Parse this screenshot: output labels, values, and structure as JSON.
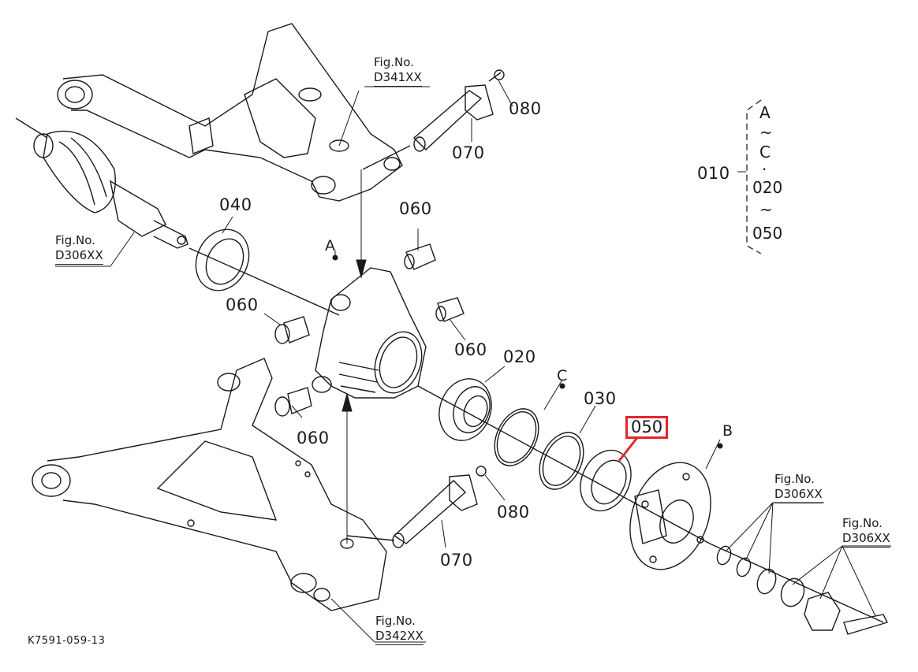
{
  "diagram": {
    "title": "Front axle hub / knuckle exploded parts diagram",
    "reference_code": "K7591-059-13",
    "highlight_color": "#e3262d",
    "highlighted_part": "050"
  },
  "part_labels": [
    {
      "id": "p040",
      "text": "040"
    },
    {
      "id": "p060a",
      "text": "060"
    },
    {
      "id": "p060b",
      "text": "060"
    },
    {
      "id": "p060c",
      "text": "060"
    },
    {
      "id": "p060d",
      "text": "060"
    },
    {
      "id": "p070a",
      "text": "070"
    },
    {
      "id": "p070b",
      "text": "070"
    },
    {
      "id": "p080a",
      "text": "080"
    },
    {
      "id": "p080b",
      "text": "080"
    },
    {
      "id": "p020",
      "text": "020"
    },
    {
      "id": "p030",
      "text": "030"
    },
    {
      "id": "p050",
      "text": "050"
    }
  ],
  "point_labels": [
    {
      "id": "A",
      "text": "A"
    },
    {
      "id": "B",
      "text": "B"
    },
    {
      "id": "C",
      "text": "C"
    }
  ],
  "figure_refs": [
    {
      "id": "fig-d341",
      "line1": "Fig.No.",
      "line2": "D341XX"
    },
    {
      "id": "fig-d306-left",
      "line1": "Fig.No.",
      "line2": "D306XX"
    },
    {
      "id": "fig-d306-right1",
      "line1": "Fig.No.",
      "line2": "D306XX"
    },
    {
      "id": "fig-d306-right2",
      "line1": "Fig.No.",
      "line2": "D306XX"
    },
    {
      "id": "fig-d342",
      "line1": "Fig.No.",
      "line2": "D342XX"
    }
  ],
  "assembly_group": {
    "label": "010",
    "items": [
      "A",
      "~",
      "C",
      "·",
      "020",
      "~",
      "050"
    ]
  }
}
